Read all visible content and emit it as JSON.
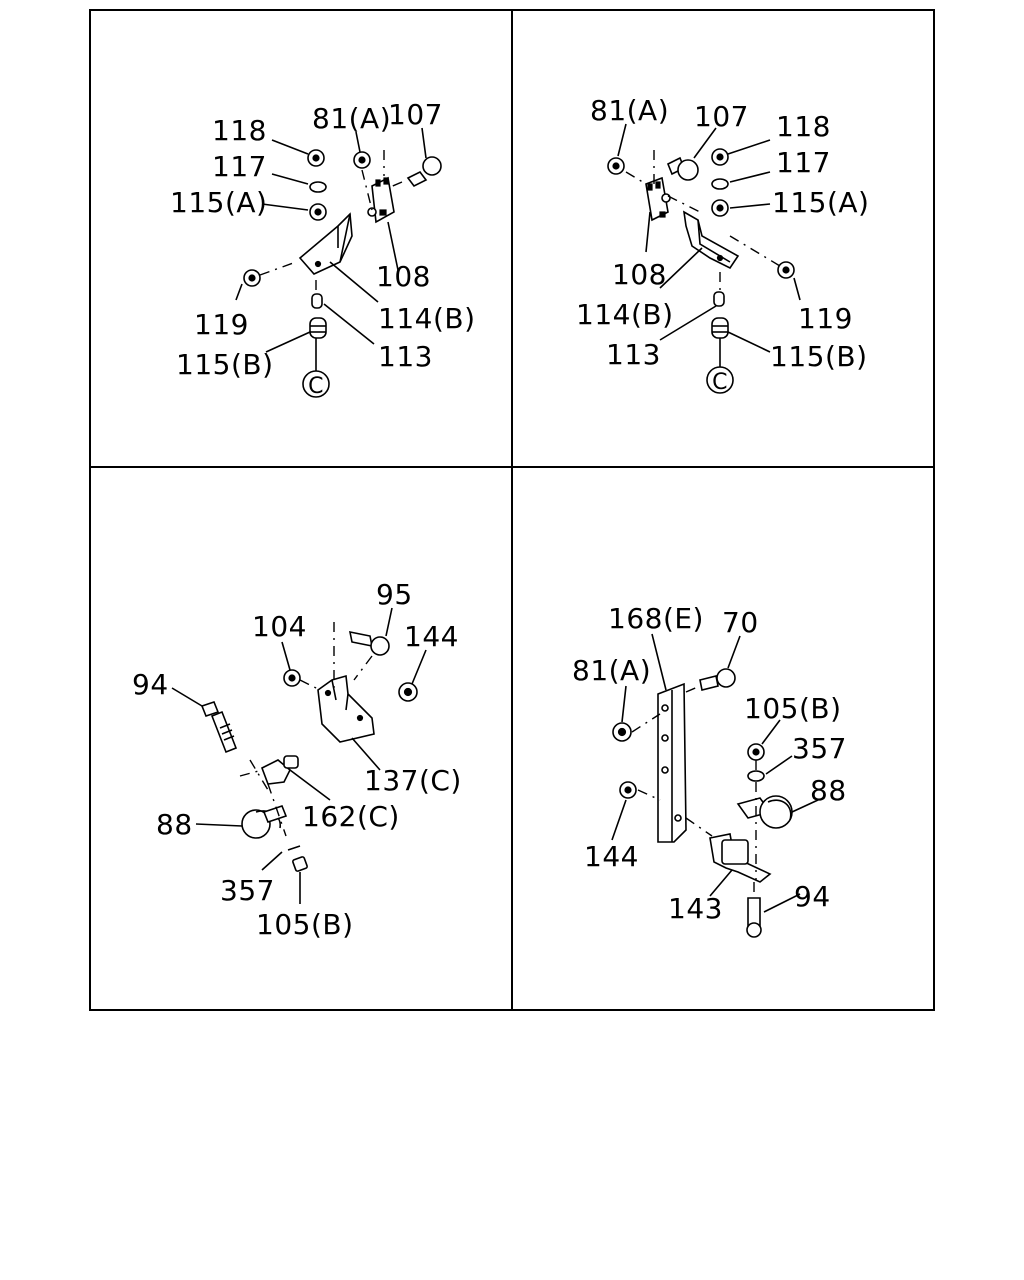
{
  "panels": {
    "top_left": {
      "labels": {
        "p118": "118",
        "p117": "117",
        "p115a": "115(A)",
        "p81a": "81(A)",
        "p107": "107",
        "p108": "108",
        "p119": "119",
        "p114b": "114(B)",
        "p113": "113",
        "p115b": "115(B)",
        "pc": "C"
      }
    },
    "top_right": {
      "labels": {
        "p81a": "81(A)",
        "p107": "107",
        "p118": "118",
        "p117": "117",
        "p115a": "115(A)",
        "p108": "108",
        "p114b": "114(B)",
        "p119": "119",
        "p113": "113",
        "p115b": "115(B)",
        "pc": "C"
      }
    },
    "bottom_left": {
      "labels": {
        "p95": "95",
        "p104": "104",
        "p144": "144",
        "p94": "94",
        "p137c": "137(C)",
        "p162c": "162(C)",
        "p88": "88",
        "p357": "357",
        "p105b": "105(B)"
      }
    },
    "bottom_right": {
      "labels": {
        "p168e": "168(E)",
        "p70": "70",
        "p81a": "81(A)",
        "p105b": "105(B)",
        "p357": "357",
        "p88": "88",
        "p144": "144",
        "p143": "143",
        "p94": "94"
      }
    }
  }
}
